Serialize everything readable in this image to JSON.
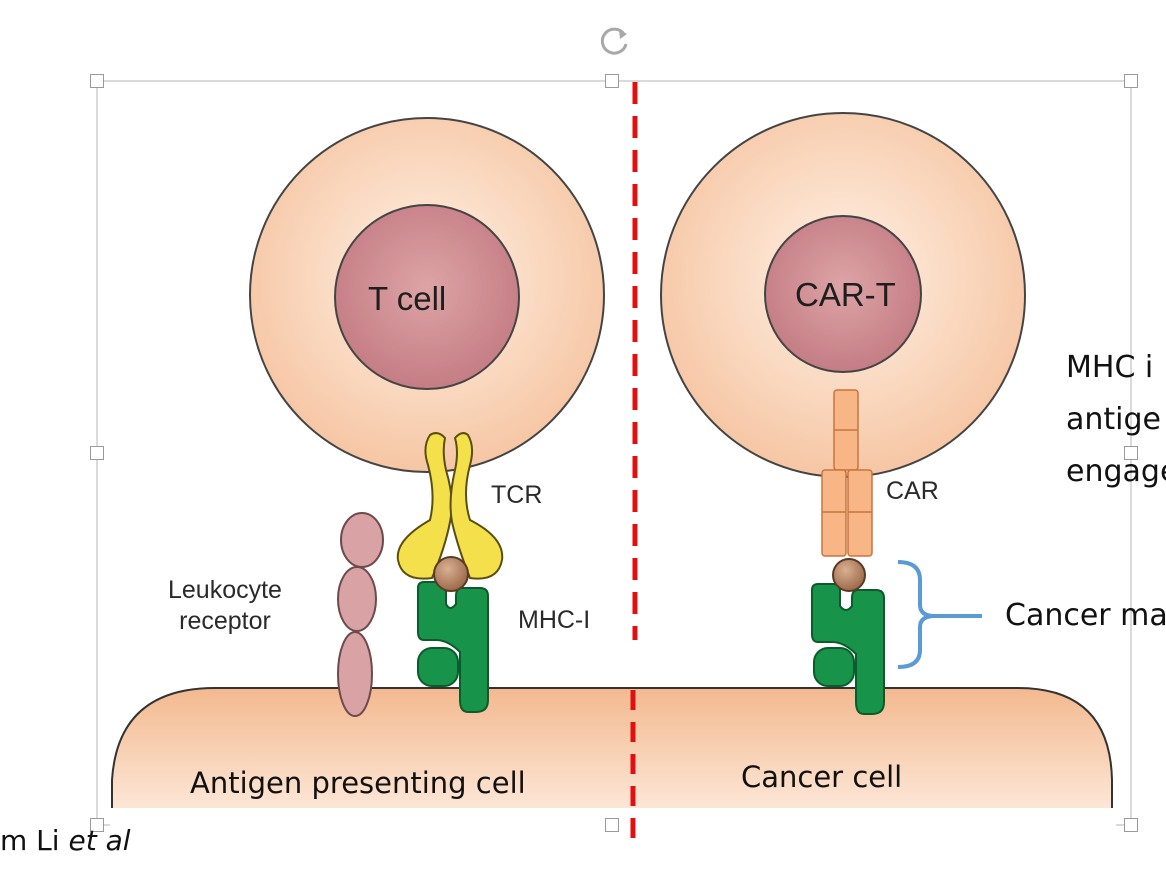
{
  "diagram": {
    "t_cell_label": "T cell",
    "car_t_label": "CAR-T",
    "tcr_label": "TCR",
    "car_label": "CAR",
    "mhc_label": "MHC-I",
    "leukocyte_label": "Leukocyte\nreceptor",
    "apc_label": "Antigen presenting cell",
    "cancer_cell_label": "Cancer cell"
  },
  "side_text": {
    "line1": "MHC i",
    "line2": "antige",
    "line3": "engage",
    "cancer_marker": "Cancer ma"
  },
  "caption": {
    "prefix": "m Li ",
    "italic": "et al"
  },
  "colors": {
    "cell_fill": "#f7c9a6",
    "nucleus_fill": "#cf8e93",
    "tcr_yellow": "#f4e04a",
    "mhc_green": "#17944a",
    "car_orange": "#f6b07e",
    "leukocyte_pink": "#d7a0a4",
    "antigen_brown": "#b38060",
    "divider_red": "#e01010",
    "bracket_blue": "#5b9bd5"
  },
  "icons": {
    "rotate": "rotate-handle-icon"
  }
}
